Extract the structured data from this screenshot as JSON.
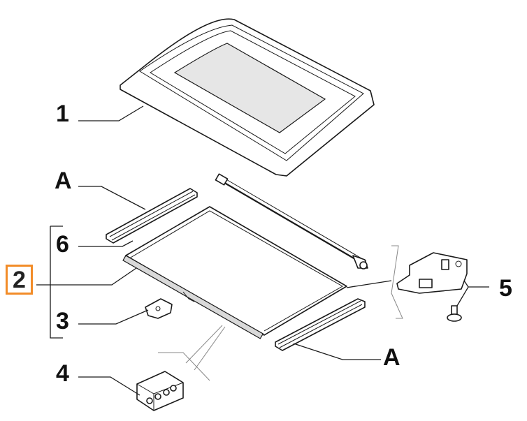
{
  "diagram": {
    "callouts": {
      "c1": "1",
      "c2": "2",
      "c3": "3",
      "c4": "4",
      "c5": "5",
      "c6": "6",
      "ca_top": "A",
      "ca_bottom": "A"
    },
    "highlight_color": "#f28c28"
  }
}
